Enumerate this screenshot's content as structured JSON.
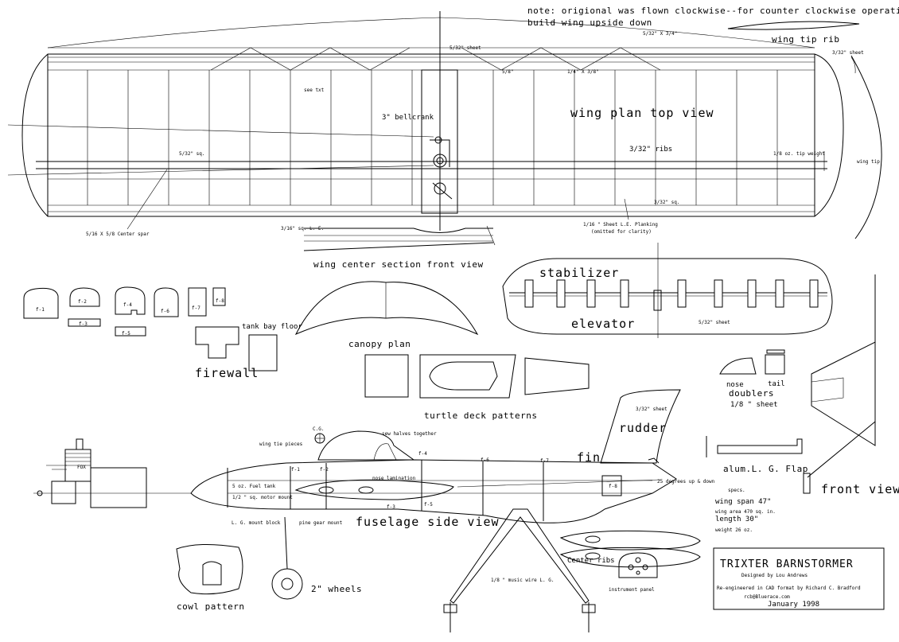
{
  "note": {
    "line1": "note: origional was flown clockwise--for counter clockwise operation,",
    "line2": "build wing upside down"
  },
  "wing": {
    "title": "wing plan top view",
    "sheet": "5/32\" sheet",
    "bellcrank": "3\" bellcrank",
    "ribs": "3/32\" ribs",
    "sq_left": "5/32\" sq.",
    "sq_right": "3/32\" sq.",
    "center_spar": "5/16 X 5/8 Center spar",
    "le_sq": "3/16\" sq. L. E.",
    "le_planking_1": "1/16 \" Sheet L.E. Planking",
    "le_planking_2": "(omitted for clarity)",
    "tip_weight": "1/8 oz. tip weight",
    "top_dim": "5/32\" X 3/4\"",
    "small_a": "see txt",
    "small_b": "1/4\" X 3/8\"",
    "small_c": "5/8\"",
    "tip_rib": "wing tip rib",
    "tip_sheet": "3/32\" sheet",
    "wing_tip": "wing tip"
  },
  "center_section": {
    "title": "wing center section front view"
  },
  "formers": {
    "f1": "f-1",
    "f2": "f-2",
    "f3": "f-3",
    "f4": "f-4",
    "f5": "f-5",
    "f6": "f-6",
    "f7": "f-7",
    "f8": "f-8"
  },
  "tank_bay": "tank bay floor",
  "firewall": "firewall",
  "canopy": "canopy plan",
  "stab": {
    "stabilizer": "stabilizer",
    "elevator": "elevator",
    "sheet": "5/32\" sheet"
  },
  "turtle": "turtle deck patterns",
  "doublers": {
    "nose": "nose",
    "tail": "tail",
    "title": "doublers",
    "sheet": "1/8 \" sheet"
  },
  "fuselage": {
    "title": "fuselage side view",
    "cg": "C.G.",
    "wing_tie": "wing tie pieces",
    "sew": "sew halves together",
    "nose_lam": "nose lamination",
    "fuel_tank": "5 oz. Fuel tank",
    "motor_mount": "1/2 \" sq. motor mount",
    "lg_block": "L. G. mount block",
    "pine_gear": "pine gear mount",
    "degrees": "25 degrees up & down",
    "fin": "fin",
    "rudder": "rudder",
    "rudder_sheet": "3/32\" sheet",
    "fox": "FOX"
  },
  "flap": "alum.L. G. Flap",
  "specs": {
    "title": "specs.",
    "span": "wing span 47\"",
    "area": "wing area 470 sq. in.",
    "length": "length  30\"",
    "weight": "weight  26 oz."
  },
  "front_view": "front view",
  "gear": {
    "wheels": "2\" wheels",
    "wire": "1/8 \" music wire L. G."
  },
  "cowl": "cowl pattern",
  "center_ribs": "Center ribs",
  "instrument": "instrument panel",
  "title_block": {
    "title": "TRIXTER BARNSTORMER",
    "designer": "Designed by Lou Andrews",
    "cad": "Re-engineered in CAD format by Richard C. Bradford",
    "email": "rcb@Bluerace.com",
    "date": "January 1998"
  }
}
